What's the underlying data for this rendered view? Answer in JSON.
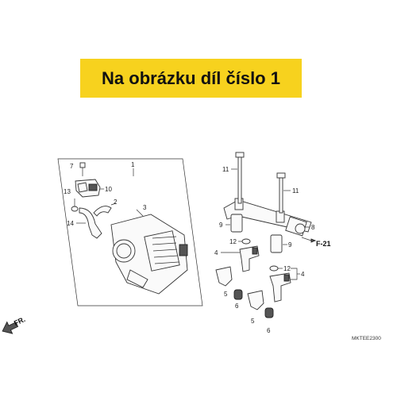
{
  "banner": {
    "text": "Na obrázku díl číslo 1"
  },
  "callouts": {
    "c1": "1",
    "c2": "2",
    "c3": "3",
    "c7": "7",
    "c10": "10",
    "c13": "13",
    "c14": "14",
    "c11a": "11",
    "c11b": "11",
    "c8": "8",
    "c9a": "9",
    "c9b": "9",
    "c12a": "12",
    "c12b": "12",
    "c4a": "4",
    "c4b": "4",
    "c5a": "5",
    "c5b": "5",
    "c6a": "6",
    "c6b": "6"
  },
  "ref_f21": "F-21",
  "front_label": "FR.",
  "diagram_code": "MKTEE2300",
  "colors": {
    "banner": "#f7d21e",
    "line": "#333333"
  }
}
